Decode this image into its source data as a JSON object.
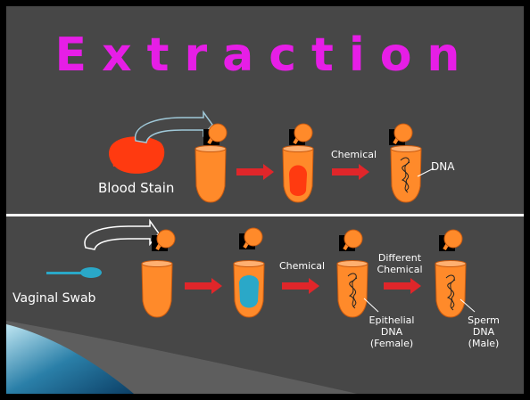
{
  "slide": {
    "title": "Extraction",
    "colors": {
      "background": "#474747",
      "title": "#e61ee6",
      "tube": "#ff8a2a",
      "arrow": "#e0262a",
      "blood": "#ff3a10",
      "swab": "#2aa8c8",
      "divider": "#ffffff"
    }
  },
  "top_row": {
    "sample_label": "Blood Stain",
    "step2_label": "Chemical",
    "product_label": "DNA"
  },
  "bottom_row": {
    "sample_label": "Vaginal Swab",
    "step2_label": "Chemical",
    "step3_label_line1": "Different",
    "step3_label_line2": "Chemical",
    "epithelial_line1": "Epithelial",
    "epithelial_line2": "DNA",
    "epithelial_line3": "(Female)",
    "sperm_line1": "Sperm",
    "sperm_line2": "DNA",
    "sperm_line3": "(Male)"
  }
}
